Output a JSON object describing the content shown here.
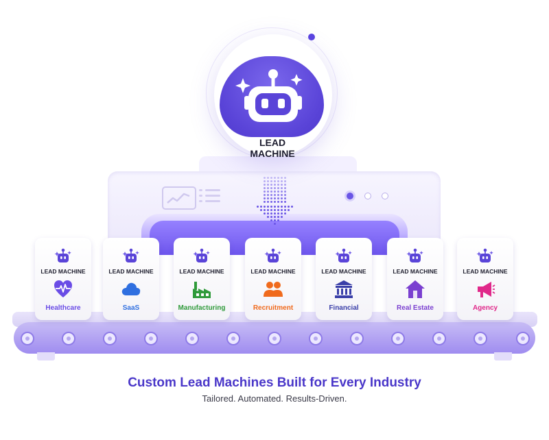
{
  "hero": {
    "label_line1": "LEAD",
    "label_line2": "MACHINE",
    "icon": "robot-icon"
  },
  "boxes": [
    {
      "title": "LEAD MACHINE",
      "label": "Healthcare",
      "icon": "heart-pulse-icon",
      "color": "#6a4ce6"
    },
    {
      "title": "LEAD MACHINE",
      "label": "SaaS",
      "icon": "cloud-icon",
      "color": "#2f6fe0"
    },
    {
      "title": "LEAD MACHINE",
      "label": "Manufacturing",
      "icon": "factory-icon",
      "color": "#2f9a3a"
    },
    {
      "title": "LEAD MACHINE",
      "label": "Recruitment",
      "icon": "people-icon",
      "color": "#f06a1c"
    },
    {
      "title": "LEAD MACHINE",
      "label": "Financial",
      "icon": "bank-icon",
      "color": "#3a3fa8"
    },
    {
      "title": "LEAD MACHINE",
      "label": "Real Estate",
      "icon": "house-icon",
      "color": "#7a3fd0"
    },
    {
      "title": "LEAD MACHINE",
      "label": "Agency",
      "icon": "megaphone-icon",
      "color": "#e0288a"
    }
  ],
  "caption": "Custom Lead Machines Built for Every Industry",
  "subcaption": "Tailored. Automated. Results-Driven.",
  "colors": {
    "accent": "#5a44d8",
    "machine": "#eeeafc",
    "belt": "#b3a4f3"
  }
}
